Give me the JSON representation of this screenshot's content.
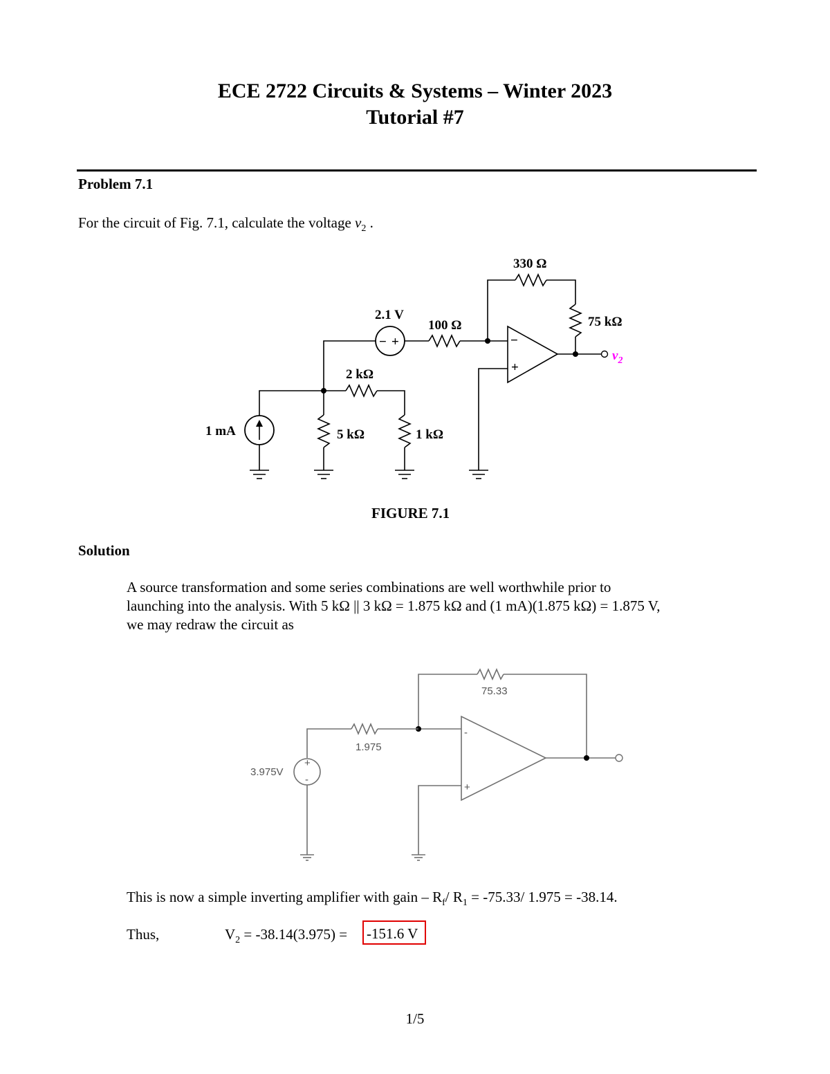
{
  "header": {
    "title": "ECE 2722 Circuits & Systems – Winter 2023",
    "subtitle": "Tutorial #7"
  },
  "problem": {
    "heading": "Problem 7.1",
    "statement_pre": "For the circuit of Fig. 7.1, calculate the voltage ",
    "statement_var": "v",
    "statement_sub": "2",
    "statement_post": " ."
  },
  "figure1": {
    "caption": "FIGURE 7.1",
    "labels": {
      "r_330": "330 Ω",
      "r_75k": "75 kΩ",
      "v_source": "2.1 V",
      "r_100": "100 Ω",
      "r_2k": "2 kΩ",
      "i_source": "1 mA",
      "r_5k": "5 kΩ",
      "r_1k": "1 kΩ",
      "output": "v",
      "output_sub": "2",
      "minus": "−",
      "plus": "+"
    },
    "colors": {
      "output_label": "#ff00ff"
    }
  },
  "solution": {
    "heading": "Solution",
    "para1_line1": "A source transformation and some series combinations are well worthwhile prior to",
    "para1_line2": "launching into the analysis.  With 5 kΩ || 3 kΩ = 1.875 kΩ and (1 mA)(1.875 kΩ) = 1.875 V,",
    "para1_line3": "we may redraw the circuit as",
    "figure2": {
      "rf": "75.33",
      "r1": "1.975",
      "vs": "3.975V",
      "plus": "+",
      "minus": "-"
    },
    "para2_pre": "This is now a simple inverting amplifier with gain – R",
    "para2_sub1": "f",
    "para2_mid": "/ R",
    "para2_sub2": "1",
    "para2_post": " = -75.33/ 1.975 = -38.14.",
    "thus_label": "Thus,",
    "eq_pre": "V",
    "eq_sub": "2",
    "eq_mid": " = -38.14(3.975) =",
    "eq_answer": "-151.6 V",
    "colors": {
      "answer_box": "#e00000"
    }
  },
  "footer": {
    "page": "1/5"
  }
}
